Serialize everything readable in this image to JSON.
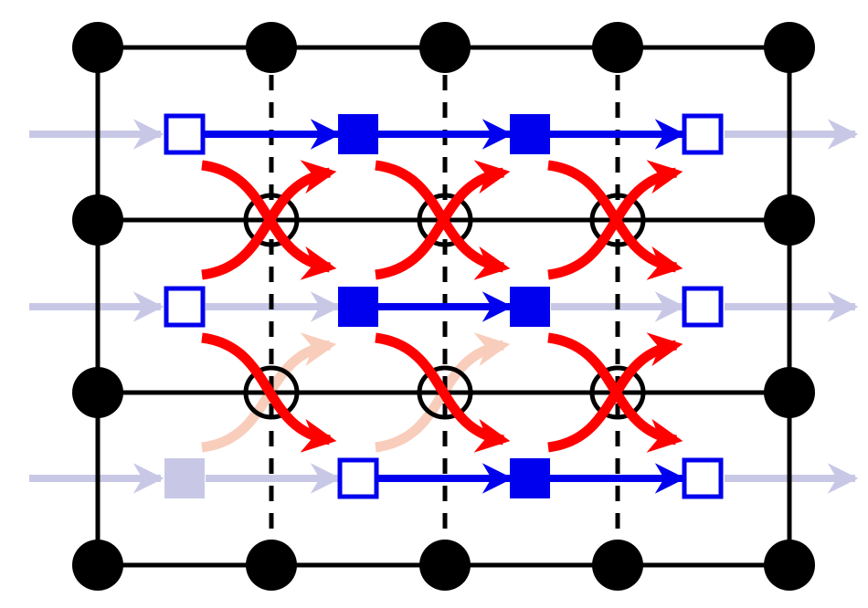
{
  "colors": {
    "background": "#ffffff",
    "lattice": "#000000",
    "blue": "#0000ee",
    "blue_faded": "#c8c8e6",
    "red": "#ff0000",
    "red_faded": "#f8cdbb"
  },
  "grid": {
    "node_cols": 5,
    "node_rows": 4,
    "dashed_columns": [
      1,
      2,
      3
    ]
  },
  "flux_rows": [
    {
      "sites": [
        "open",
        "filled",
        "filled",
        "open"
      ],
      "arrows": [
        "on",
        "on",
        "on"
      ],
      "faded_entry": true,
      "faded_exit": true
    },
    {
      "sites": [
        "open",
        "filled",
        "filled",
        "open"
      ],
      "arrows": [
        "faded",
        "on",
        "faded"
      ],
      "faded_entry": true,
      "faded_exit": true
    },
    {
      "sites": [
        "ghost",
        "open",
        "filled",
        "open"
      ],
      "arrows": [
        "faded",
        "on",
        "on"
      ],
      "faded_entry": true,
      "faded_exit": true
    }
  ],
  "crossings": [
    {
      "row": 0,
      "col": 0,
      "up_faded": false
    },
    {
      "row": 0,
      "col": 1,
      "up_faded": false
    },
    {
      "row": 0,
      "col": 2,
      "up_faded": false
    },
    {
      "row": 1,
      "col": 0,
      "up_faded": true
    },
    {
      "row": 1,
      "col": 1,
      "up_faded": true
    },
    {
      "row": 1,
      "col": 2,
      "up_faded": false
    }
  ]
}
